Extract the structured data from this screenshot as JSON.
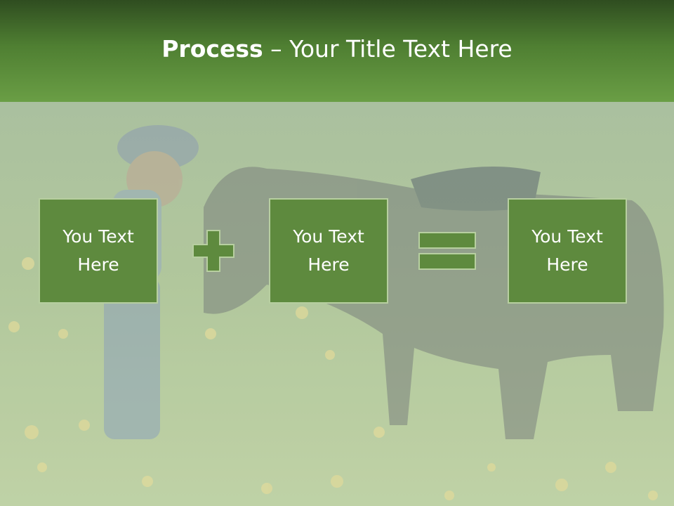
{
  "slide": {
    "title_bold": "Process",
    "title_rest": " – Your Title Text Here",
    "boxes": [
      {
        "line1": "You Text",
        "line2": "Here"
      },
      {
        "line1": "You Text",
        "line2": "Here"
      },
      {
        "line1": "You Text",
        "line2": "Here"
      }
    ],
    "operators": [
      "plus-icon",
      "equals-icon"
    ],
    "colors": {
      "header": "#4f7f32",
      "box": "#5e8a3e",
      "box_border": "#b7cfa0",
      "operator": "#5e8a3e"
    }
  }
}
